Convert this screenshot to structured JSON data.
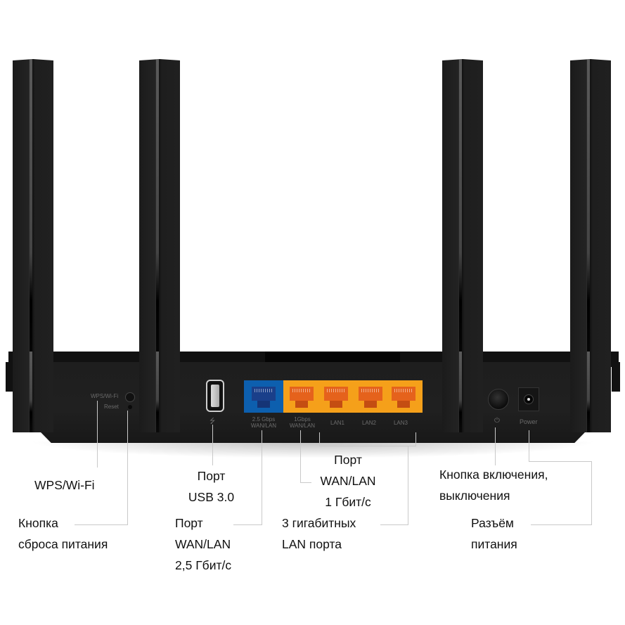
{
  "device": {
    "name": "router-rear-panel",
    "antenna_count": 4,
    "colors": {
      "body": "#1e1e1e",
      "wan_25g_port": "#0d5fae",
      "lan_port_block": "#f5a01a",
      "lan_port_jack": "#e5621c",
      "callout_line": "#c9c9c9"
    }
  },
  "panel_labels": {
    "wps_wifi": "WPS/Wi-Fi",
    "reset": "Reset",
    "usb_symbol": "⭍",
    "port_25g_line1": "2.5 Gbps",
    "port_25g_line2": "WAN/LAN",
    "port_1g_line1": "1Gbps",
    "port_1g_line2": "WAN/LAN",
    "lan1": "LAN1",
    "lan2": "LAN2",
    "lan3": "LAN3",
    "power_symbol": "⏻",
    "power": "Power"
  },
  "callouts": {
    "wps": "WPS/Wi-Fi",
    "reset_line1": "Кнопка",
    "reset_line2": "сброса питания",
    "usb_line1": "Порт",
    "usb_line2": "USB 3.0",
    "wan25_line1": "Порт",
    "wan25_line2": "WAN/LAN",
    "wan25_line3": "2,5 Гбит/с",
    "wan1_line1": "Порт",
    "wan1_line2": "WAN/LAN",
    "wan1_line3": "1 Гбит/с",
    "lan_line1": "3 гигабитных",
    "lan_line2": "LAN порта",
    "power_btn_line1": "Кнопка включения,",
    "power_btn_line2": "выключения",
    "power_jack_line1": "Разъём",
    "power_jack_line2": "питания"
  }
}
